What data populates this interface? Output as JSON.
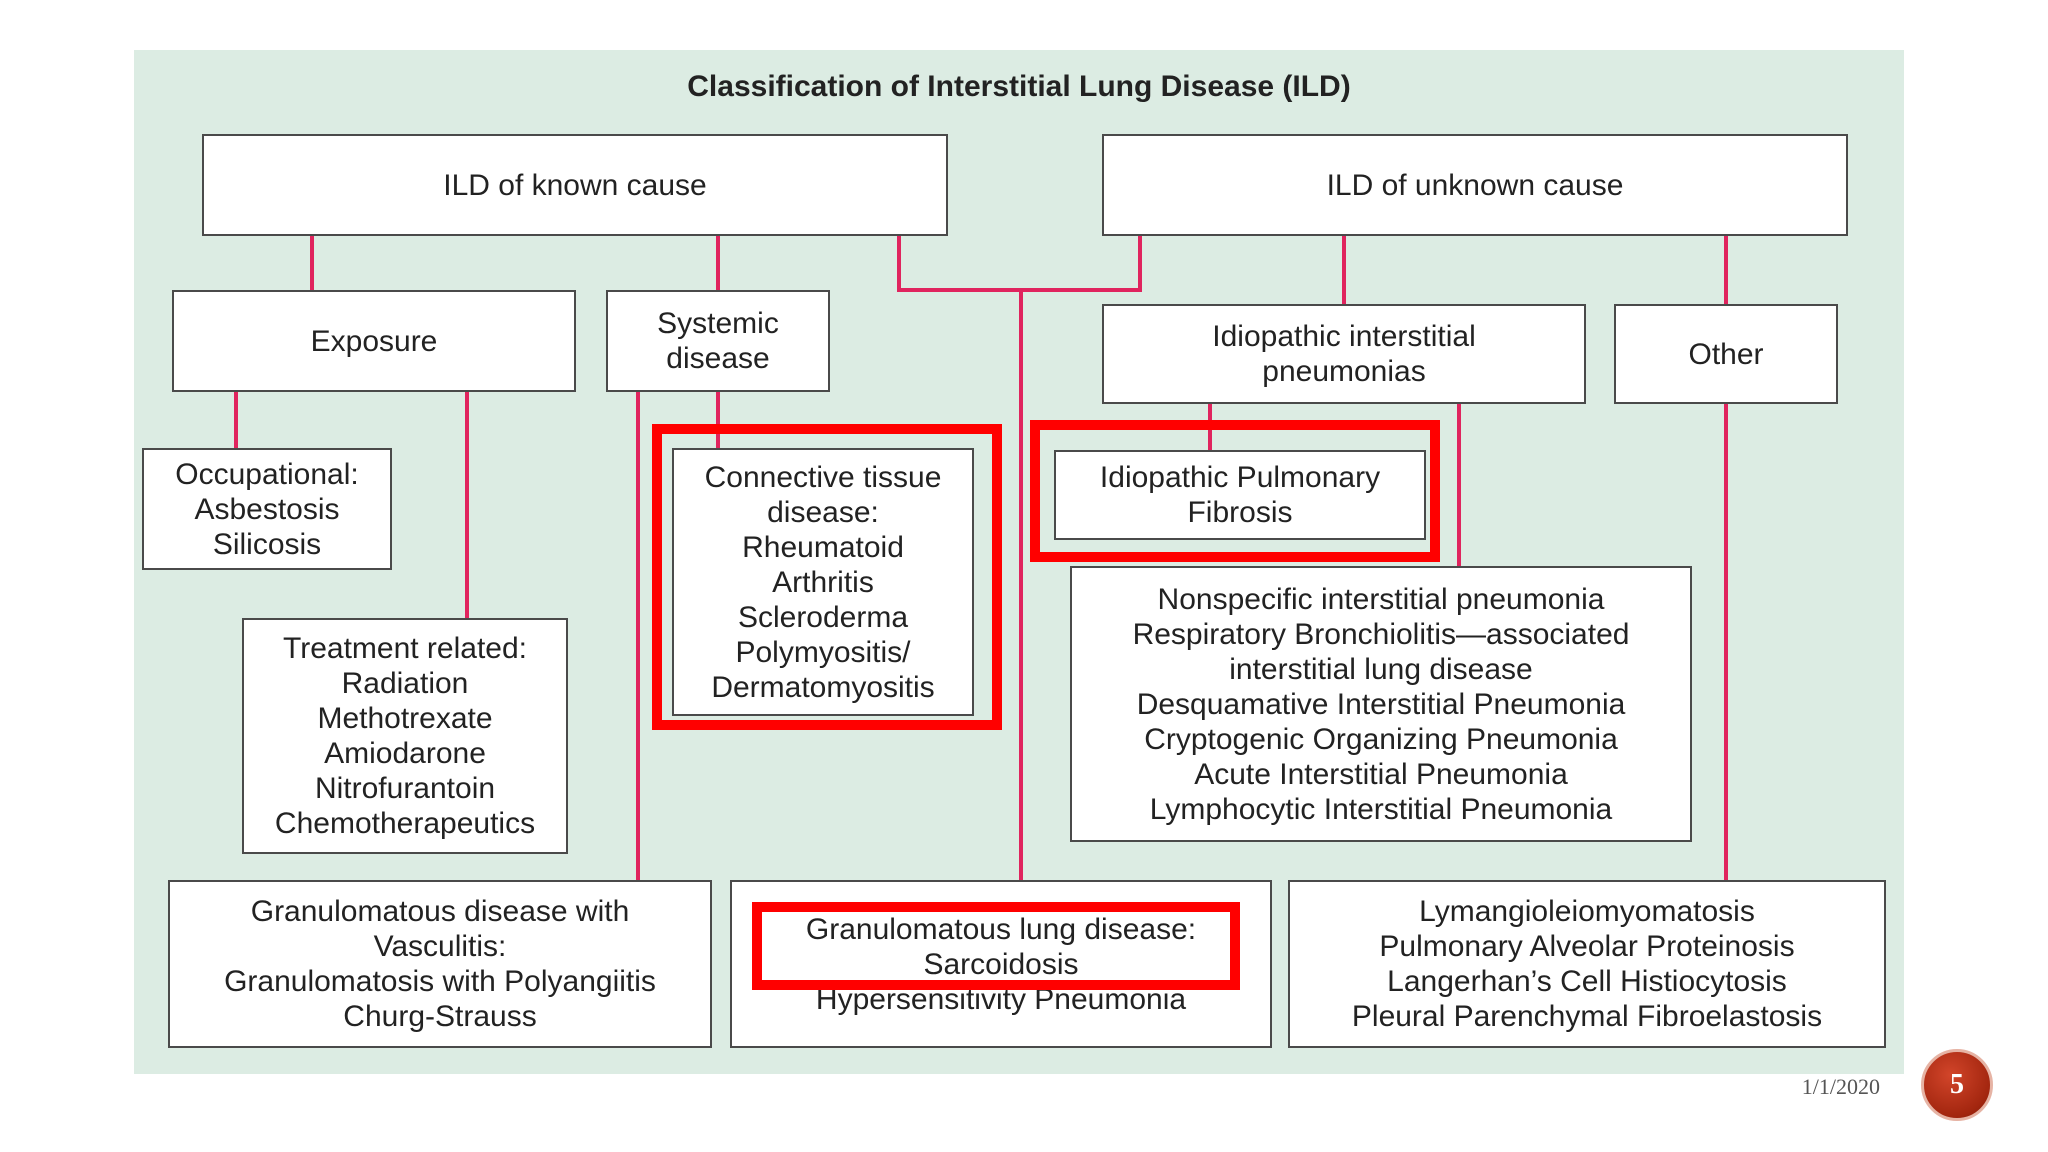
{
  "diagram": {
    "title": "Classification of Interstitial Lung Disease (ILD)",
    "nodes": {
      "known_cause": [
        "ILD of known cause"
      ],
      "unknown_cause": [
        "ILD of unknown cause"
      ],
      "exposure": [
        "Exposure"
      ],
      "systemic": [
        "Systemic",
        "disease"
      ],
      "idiopathic_ip": [
        "Idiopathic interstitial",
        "pneumonias"
      ],
      "other": [
        "Other"
      ],
      "occupational": [
        "Occupational:",
        "Asbestosis",
        "Silicosis"
      ],
      "treatment": [
        "Treatment related:",
        "Radiation",
        "Methotrexate",
        "Amiodarone",
        "Nitrofurantoin",
        "Chemotherapeutics"
      ],
      "connective": [
        "Connective tissue",
        "disease:",
        "Rheumatoid",
        "Arthritis",
        "Scleroderma",
        "Polymyositis/",
        "Dermatomyositis"
      ],
      "ipf": [
        "Idiopathic Pulmonary",
        "Fibrosis"
      ],
      "other_iip": [
        "Nonspecific interstitial pneumonia",
        "Respiratory Bronchiolitis—associated",
        "interstitial lung disease",
        "Desquamative Interstitial Pneumonia",
        "Cryptogenic Organizing Pneumonia",
        "Acute Interstitial Pneumonia",
        "Lymphocytic Interstitial Pneumonia"
      ],
      "vasculitis": [
        "Granulomatous disease with",
        "Vasculitis:",
        "Granulomatosis with Polyangiitis",
        "Churg-Strauss"
      ],
      "granulomatous": [
        "Granulomatous lung disease:",
        "Sarcoidosis",
        "Hypersensitivity Pneumonia"
      ],
      "other_list": [
        "Lymangioleiomyomatosis",
        "Pulmonary Alveolar Proteinosis",
        "Langerhan’s Cell Histiocytosis",
        "Pleural Parenchymal Fibroelastosis"
      ]
    },
    "highlighted": [
      "connective",
      "ipf",
      "sarcoidosis"
    ]
  },
  "colors": {
    "panel": "#dcece3",
    "connector": "#e0245e",
    "highlight": "#ff0000",
    "badge": "#b3301a"
  },
  "footer": {
    "date": "1/1/2020",
    "page_number": "5"
  }
}
